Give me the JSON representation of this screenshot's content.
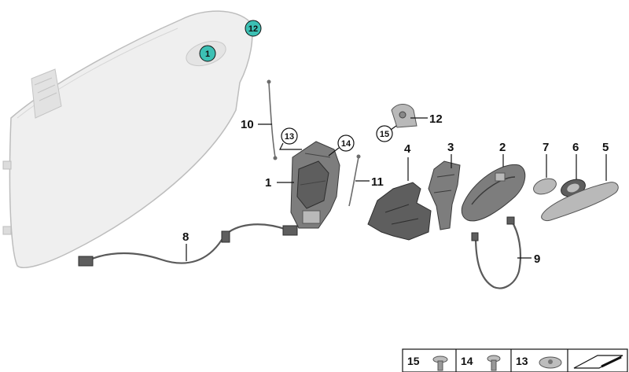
{
  "colors": {
    "door_fill": "#efefef",
    "door_edge": "#bdbdbd",
    "highlight_teal": "#3cc0b4",
    "part_gray": "#7d7d7d",
    "label_text": "#111111"
  },
  "callouts": {
    "p1": "1",
    "p2": "2",
    "p3": "3",
    "p4": "4",
    "p5": "5",
    "p6": "6",
    "p7": "7",
    "p8": "8",
    "p9": "9",
    "p10": "10",
    "p11": "11",
    "p12": "12",
    "p13": "13",
    "p14": "14",
    "p15": "15",
    "door_1": "1",
    "door_12": "12"
  },
  "legend_table": {
    "cells": [
      "15",
      "14",
      "13"
    ]
  }
}
